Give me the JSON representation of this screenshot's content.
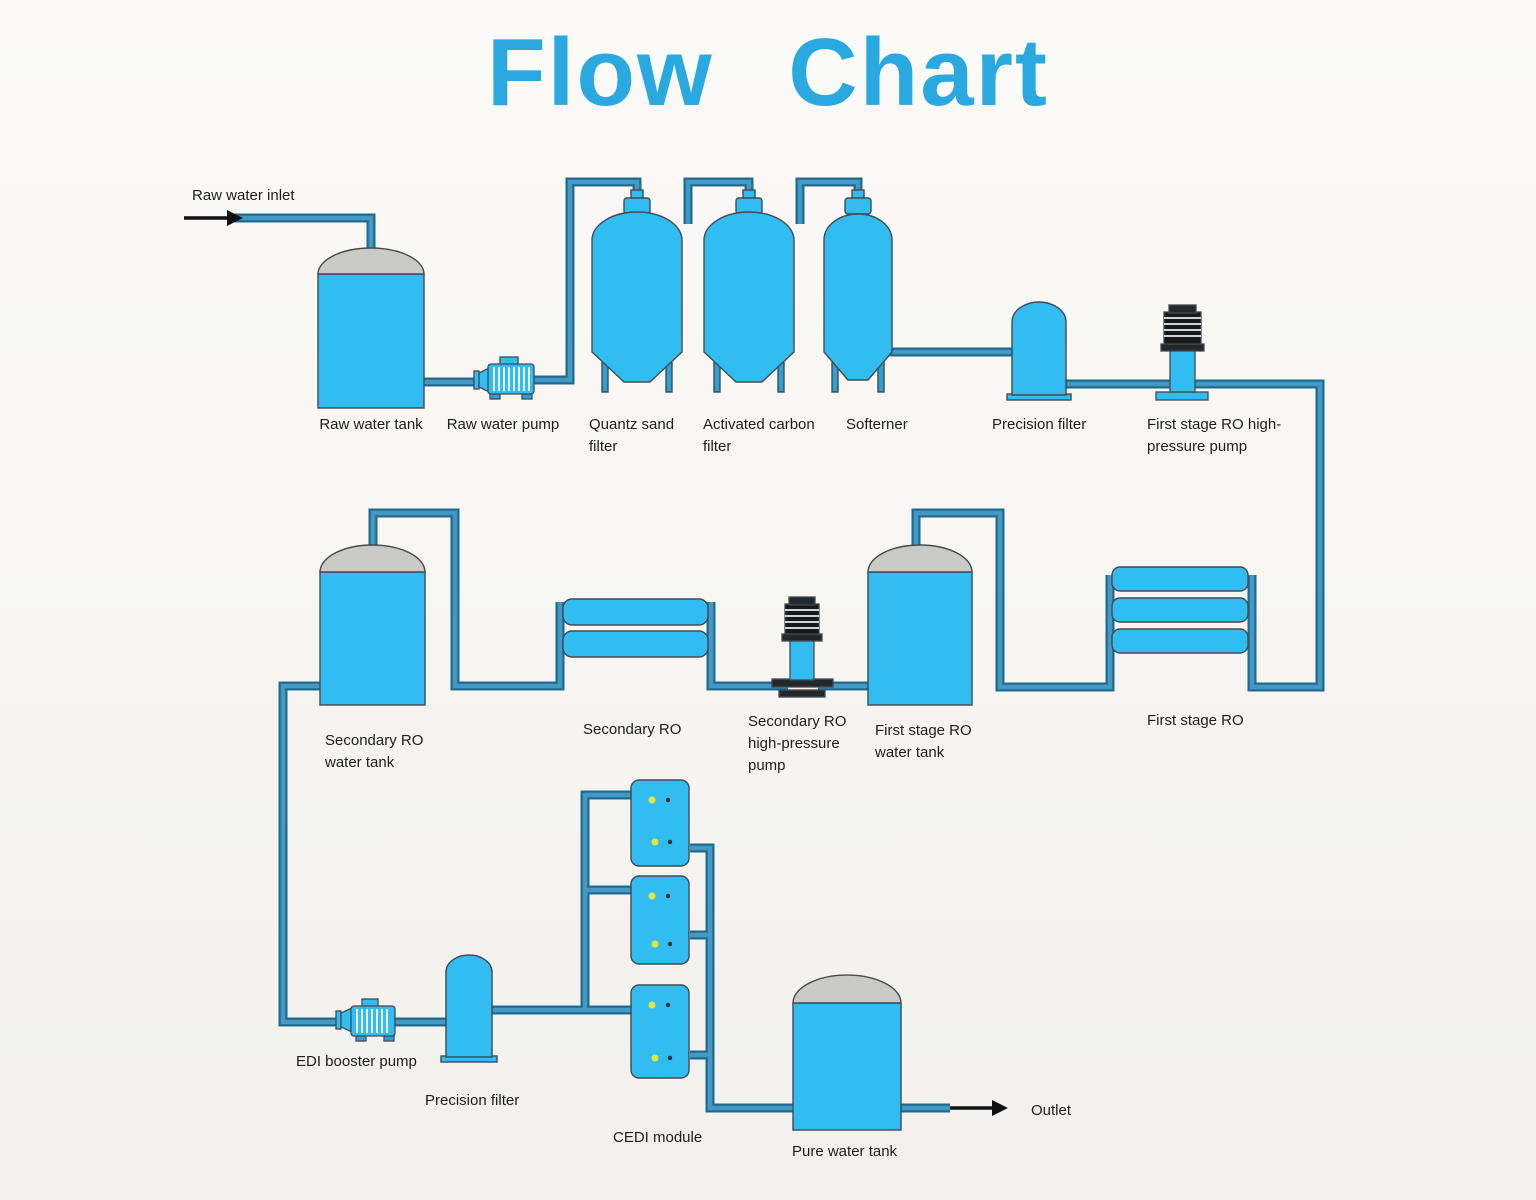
{
  "title": "Flow Chart",
  "colors": {
    "title": "#2aa9e1",
    "equipment": "#31bdf1",
    "pipe_outer": "#1e6b92",
    "pipe_inner": "#4598c2",
    "dome": "#c9c9c5",
    "background": "#f6f5f1"
  },
  "flow": {
    "inlet_label": "Raw water inlet",
    "outlet_label": "Outlet"
  },
  "equipment": {
    "raw_water_tank": "Raw water tank",
    "raw_water_pump": "Raw water pump",
    "quartz_sand_filter": "Quantz sand filter",
    "activated_carbon_filter": "Activated carbon filter",
    "softener": "Softerner",
    "precision_filter_stage1": "Precision filter",
    "first_stage_ro_pump": "First stage RO high-pressure pump",
    "secondary_ro_water_tank": "Secondary RO water tank",
    "secondary_ro": "Secondary RO",
    "secondary_ro_pump": "Secondary RO high-pressure pump",
    "first_stage_ro_water_tank": "First stage RO water tank",
    "first_stage_ro": "First stage RO",
    "edi_booster_pump": "EDI booster pump",
    "precision_filter_stage2": "Precision filter",
    "cedi_module": "CEDI module",
    "pure_water_tank": "Pure water tank"
  }
}
